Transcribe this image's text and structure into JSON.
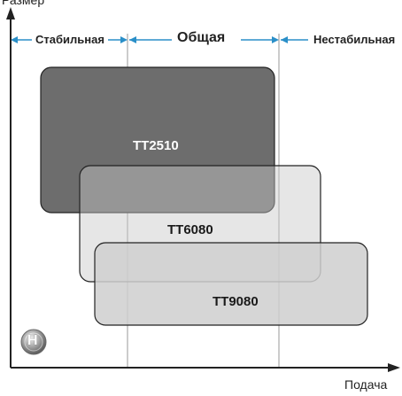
{
  "axes": {
    "x_label": "Подача",
    "y_label": "Размер"
  },
  "zones": [
    {
      "label": "Стабильная"
    },
    {
      "label": "Общая"
    },
    {
      "label": "Нестабильная"
    }
  ],
  "boxes": [
    {
      "label": "TT2510",
      "fill": "#6d6d6d",
      "text_color": "#ffffff"
    },
    {
      "label": "TT6080",
      "fill": "#c7c7c7",
      "text_color": "#1a1a1a"
    },
    {
      "label": "TT9080",
      "fill": "#cfcfcf",
      "text_color": "#1a1a1a"
    }
  ],
  "colors": {
    "arrow": "#2a8fc8",
    "axis": "#222222",
    "box_border": "#222222"
  },
  "logo": {
    "letter": "H"
  }
}
